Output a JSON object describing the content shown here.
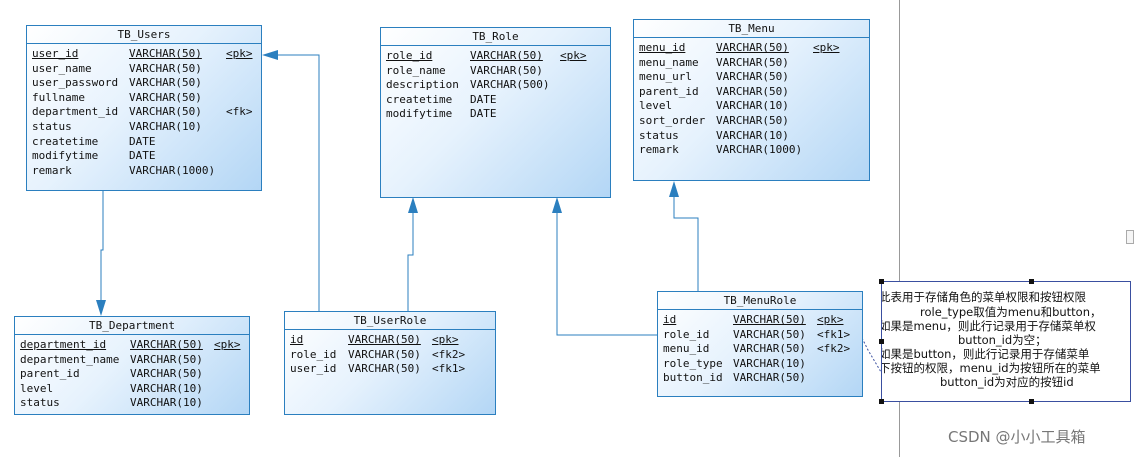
{
  "entities": [
    {
      "id": "users",
      "name": "TB_Users",
      "cols": [
        [
          "user_id",
          "VARCHAR(50)",
          "<pk>",
          true
        ],
        [
          "user_name",
          "VARCHAR(50)",
          "",
          false
        ],
        [
          "user_password",
          "VARCHAR(50)",
          "",
          false
        ],
        [
          "fullname",
          "VARCHAR(50)",
          "",
          false
        ],
        [
          "department_id",
          "VARCHAR(50)",
          "<fk>",
          false
        ],
        [
          "status",
          "VARCHAR(10)",
          "",
          false
        ],
        [
          "createtime",
          "DATE",
          "",
          false
        ],
        [
          "modifytime",
          "DATE",
          "",
          false
        ],
        [
          "remark",
          "VARCHAR(1000)",
          "",
          false
        ]
      ]
    },
    {
      "id": "role",
      "name": "TB_Role",
      "cols": [
        [
          "role_id",
          "VARCHAR(50)",
          "<pk>",
          true
        ],
        [
          "role_name",
          "VARCHAR(50)",
          "",
          false
        ],
        [
          "description",
          "VARCHAR(500)",
          "",
          false
        ],
        [
          "createtime",
          "DATE",
          "",
          false
        ],
        [
          "modifytime",
          "DATE",
          "",
          false
        ]
      ]
    },
    {
      "id": "menu",
      "name": "TB_Menu",
      "cols": [
        [
          "menu_id",
          "VARCHAR(50)",
          "<pk>",
          true
        ],
        [
          "menu_name",
          "VARCHAR(50)",
          "",
          false
        ],
        [
          "menu_url",
          "VARCHAR(50)",
          "",
          false
        ],
        [
          "parent_id",
          "VARCHAR(50)",
          "",
          false
        ],
        [
          "level",
          "VARCHAR(10)",
          "",
          false
        ],
        [
          "sort_order",
          "VARCHAR(50)",
          "",
          false
        ],
        [
          "status",
          "VARCHAR(10)",
          "",
          false
        ],
        [
          "remark",
          "VARCHAR(1000)",
          "",
          false
        ]
      ]
    },
    {
      "id": "department",
      "name": "TB_Department",
      "cols": [
        [
          "department_id",
          "VARCHAR(50)",
          "<pk>",
          true
        ],
        [
          "department_name",
          "VARCHAR(50)",
          "",
          false
        ],
        [
          "parent_id",
          "VARCHAR(50)",
          "",
          false
        ],
        [
          "level",
          "VARCHAR(10)",
          "",
          false
        ],
        [
          "status",
          "VARCHAR(10)",
          "",
          false
        ]
      ]
    },
    {
      "id": "userrole",
      "name": "TB_UserRole",
      "cols": [
        [
          "id",
          "VARCHAR(50)",
          "<pk>",
          true
        ],
        [
          "role_id",
          "VARCHAR(50)",
          "<fk2>",
          false
        ],
        [
          "user_id",
          "VARCHAR(50)",
          "<fk1>",
          false
        ]
      ]
    },
    {
      "id": "menurole",
      "name": "TB_MenuRole",
      "cols": [
        [
          "id",
          "VARCHAR(50)",
          "<pk>",
          true
        ],
        [
          "role_id",
          "VARCHAR(50)",
          "<fk1>",
          false
        ],
        [
          "menu_id",
          "VARCHAR(50)",
          "<fk2>",
          false
        ],
        [
          "role_type",
          "VARCHAR(10)",
          "",
          false
        ],
        [
          "button_id",
          "VARCHAR(50)",
          "",
          false
        ]
      ]
    }
  ],
  "note": {
    "lines": [
      "此表用于存储角色的菜单权限和按钮权限",
      "role_type取值为menu和button，",
      "如果是menu，则此行记录用于存储菜单权",
      "button_id为空；",
      "如果是button，则此行记录用于存储菜单",
      "下按钮的权限，menu_id为按钮所在的菜单",
      "button_id为对应的按钮id"
    ]
  },
  "watermark": "CSDN @小小工具箱"
}
